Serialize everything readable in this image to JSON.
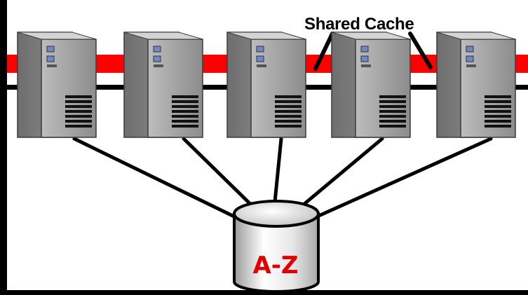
{
  "diagram": {
    "shared_cache_label": "Shared Cache",
    "database_label": "A-Z",
    "server_count": 5,
    "colors": {
      "background": "#000000",
      "panel": "#ffffff",
      "cache_bus": "#ff0000",
      "network_line": "#000000",
      "server_body": "#8a8a8a",
      "database_label": "#e00000"
    },
    "servers": [
      {
        "id": "server-1"
      },
      {
        "id": "server-2"
      },
      {
        "id": "server-3"
      },
      {
        "id": "server-4"
      },
      {
        "id": "server-5"
      }
    ]
  }
}
